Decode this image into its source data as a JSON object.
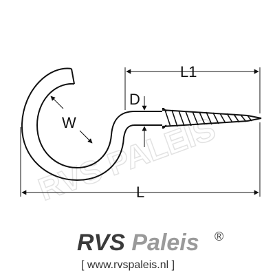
{
  "labels": {
    "d": "D",
    "w": "W",
    "l": "L",
    "l1": "L1"
  },
  "brand": {
    "name_part1": "RVS ",
    "name_part2": "Paleis",
    "registered": "®",
    "url": "[ www.rvspaleis.nl ]",
    "color_dark": "#3a3a3a",
    "color_silver": "#9a9a9a"
  },
  "watermark": "RVS PALEIS",
  "colors": {
    "line": "#111111",
    "background": "#ffffff",
    "watermark": "#e6e6e6"
  }
}
